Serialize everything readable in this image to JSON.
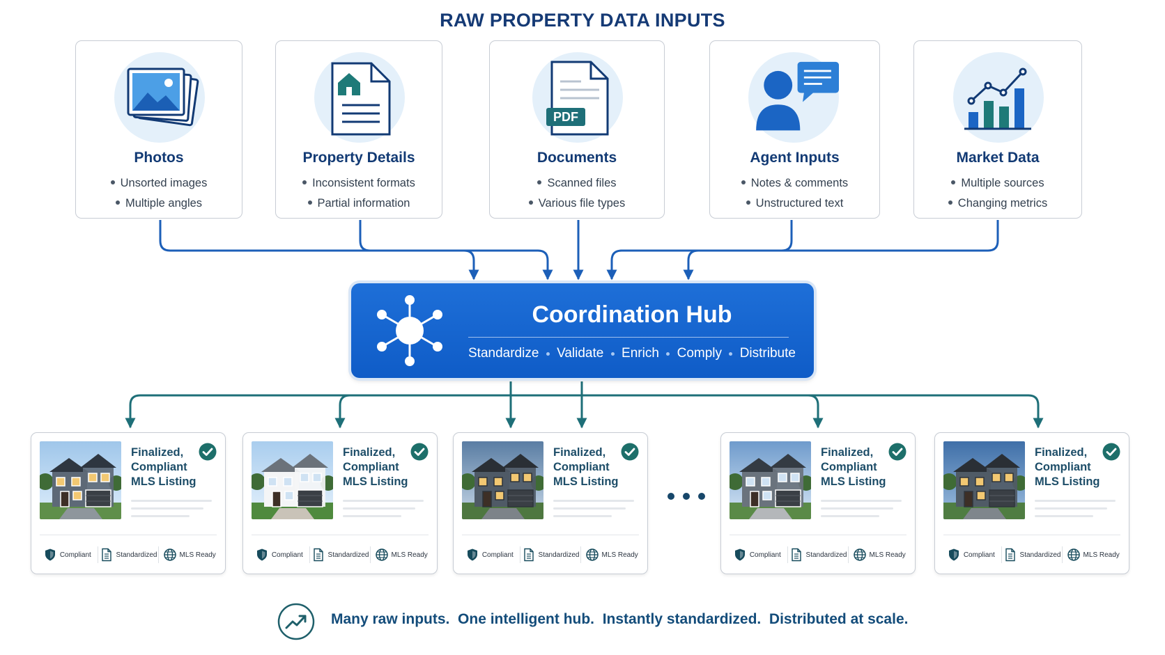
{
  "title": "RAW PROPERTY DATA INPUTS",
  "inputs": [
    {
      "title": "Photos",
      "icon": "photos-icon",
      "bullets": [
        "Unsorted images",
        "Multiple angles"
      ]
    },
    {
      "title": "Property Details",
      "icon": "house-document-icon",
      "bullets": [
        "Inconsistent formats",
        "Partial information"
      ]
    },
    {
      "title": "Documents",
      "icon": "pdf-document-icon",
      "pdf_label": "PDF",
      "bullets": [
        "Scanned files",
        "Various file types"
      ]
    },
    {
      "title": "Agent Inputs",
      "icon": "agent-chat-icon",
      "bullets": [
        "Notes & comments",
        "Unstructured text"
      ]
    },
    {
      "title": "Market Data",
      "icon": "bar-line-chart-icon",
      "bullets": [
        "Multiple sources",
        "Changing metrics"
      ]
    }
  ],
  "hub": {
    "title": "Coordination Hub",
    "icon": "network-hub-icon",
    "steps": [
      "Standardize",
      "Validate",
      "Enrich",
      "Comply",
      "Distribute"
    ]
  },
  "outputs": [
    {
      "title_lines": [
        "Finalized,",
        "Compliant",
        "MLS Listing"
      ],
      "badges": [
        "Compliant",
        "Standardized",
        "MLS Ready"
      ]
    },
    {
      "title_lines": [
        "Finalized,",
        "Compliant",
        "MLS Listing"
      ],
      "badges": [
        "Compliant",
        "Standardized",
        "MLS Ready"
      ]
    },
    {
      "title_lines": [
        "Finalized,",
        "Compliant",
        "MLS Listing"
      ],
      "badges": [
        "Compliant",
        "Standardized",
        "MLS Ready"
      ]
    },
    {
      "title_lines": [
        "Finalized,",
        "Compliant",
        "MLS Listing"
      ],
      "badges": [
        "Compliant",
        "Standardized",
        "MLS Ready"
      ]
    },
    {
      "title_lines": [
        "Finalized,",
        "Compliant",
        "MLS Listing"
      ],
      "badges": [
        "Compliant",
        "Standardized",
        "MLS Ready"
      ]
    }
  ],
  "tagline": "Many raw inputs.  One intelligent hub.  Instantly standardized.  Distributed at scale.",
  "colors": {
    "title": "#153a75",
    "hub": "#1565d0",
    "input_wire": "#1c5fb8",
    "output_wire": "#1e6f78",
    "check": "#1d6f6a"
  }
}
